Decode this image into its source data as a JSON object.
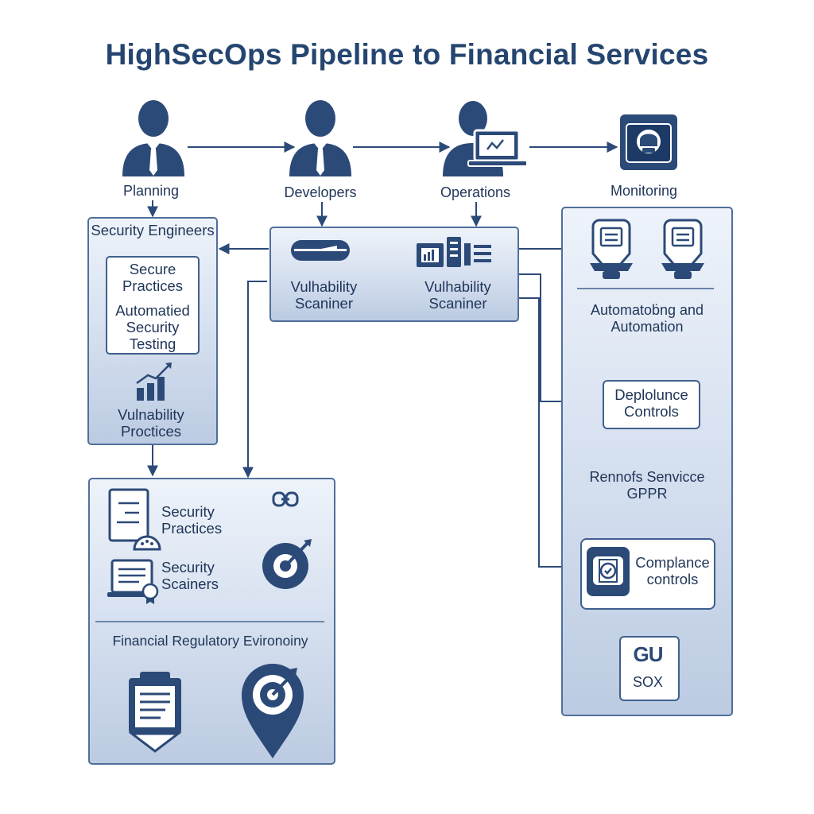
{
  "title": "HighSecOps Pipeline to Financial Services",
  "roles": {
    "planning": "Planning",
    "developers": "Developers",
    "operations": "Operations",
    "monitoring": "Monitoring"
  },
  "left_panel": {
    "heading": "Security Engineers",
    "box_line1": "Secure Practices",
    "box_line2": "Automatied Security Testing",
    "footer": "Vulnability Proctices"
  },
  "center_panel": {
    "item_left": "Vulhability Scaniner",
    "item_right": "Vulhability Scaniner"
  },
  "bottom_panel": {
    "item1": "Security Practices",
    "item2": "Security Scainers",
    "env_label": "Financial Regulatory Evironoiny"
  },
  "right_panel": {
    "automation": "Automatoḃng and Automation",
    "deploy_box": "Deplolunce Controls",
    "renewals": "Rennofs Senvicce GPPR",
    "compliance": "Complance controls",
    "sox_logo": "GU",
    "sox": "SOX"
  },
  "colors": {
    "primary": "#2c4a78",
    "panel_border": "#4f6f9a",
    "panel_fill": "#d3deee",
    "title": "#24456f"
  }
}
